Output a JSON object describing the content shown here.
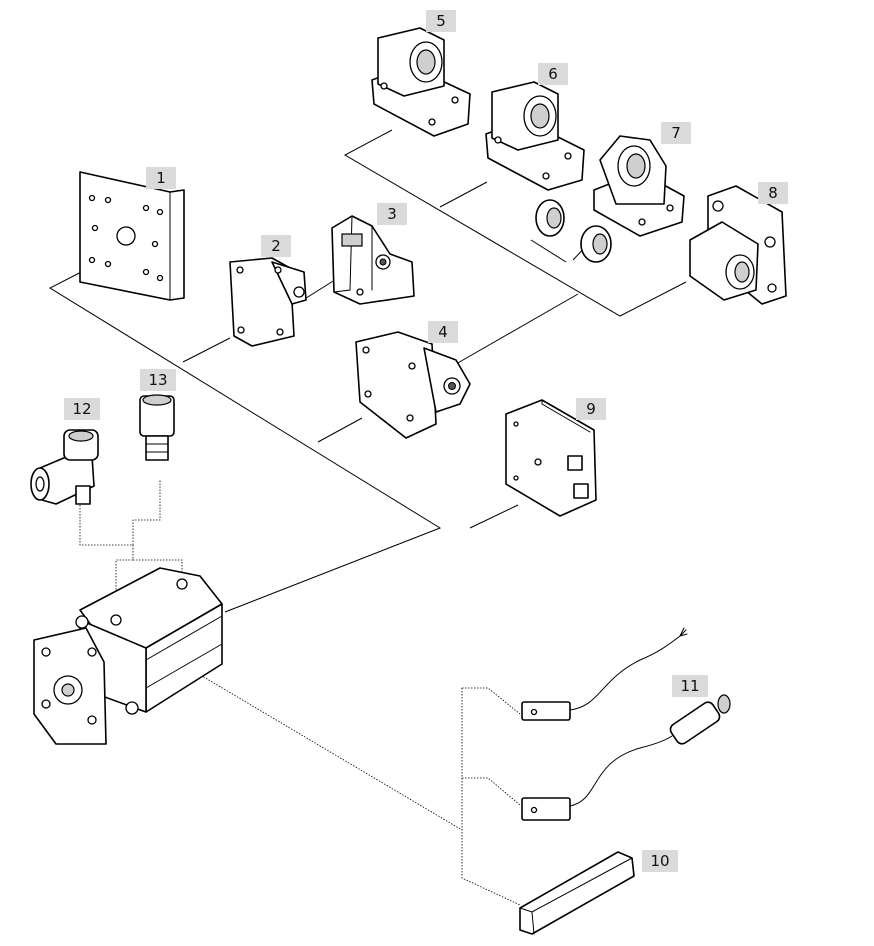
{
  "labels": {
    "l1": "1",
    "l2": "2",
    "l3": "3",
    "l4": "4",
    "l5": "5",
    "l6": "6",
    "l7": "7",
    "l8": "8",
    "l9": "9",
    "l10": "10",
    "l11": "11",
    "l12": "12",
    "l13": "13"
  },
  "colors": {
    "label_background": "#dadada",
    "line": "#000000",
    "background": "#ffffff"
  }
}
